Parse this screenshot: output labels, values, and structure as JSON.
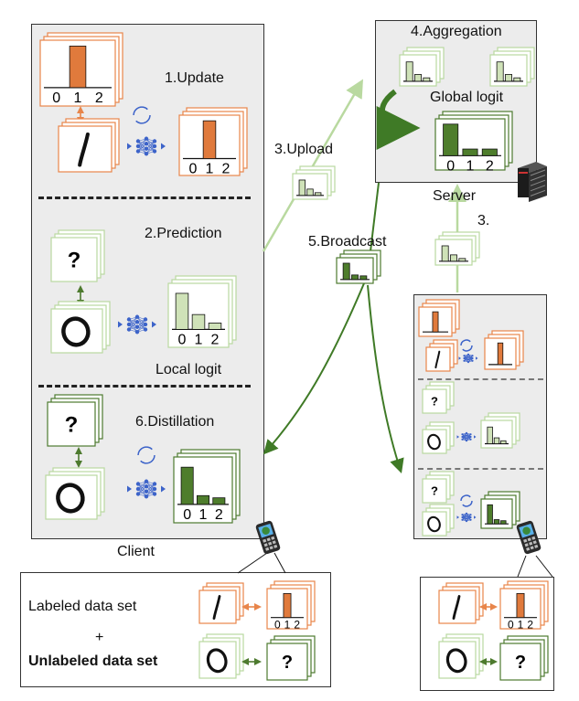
{
  "client": {
    "label": "Client",
    "steps": {
      "update": "1.Update",
      "prediction": "2.Prediction",
      "distillation": "6.Distillation"
    },
    "local_logit_label": "Local logit"
  },
  "server": {
    "label": "Server",
    "aggregation": "4.Aggregation",
    "global_logit_label": "Global logit"
  },
  "arrows": {
    "upload": "3.Upload",
    "upload_short": "3.",
    "broadcast": "5.Broadcast"
  },
  "datasets": {
    "labeled": "Labeled data set",
    "plus": "+",
    "unlabeled": "Unlabeled data set"
  },
  "axis_ticks": [
    "0",
    "1",
    "2"
  ],
  "question_mark": "?",
  "colors": {
    "orange": "#e8854a",
    "orange_fill": "#e07a3c",
    "light_green": "#b9d9a0",
    "light_green_fill": "#cfe2b8",
    "dark_green": "#4d7a2e",
    "dark_green_fill": "#4e7d2c",
    "blue": "#3c63c9",
    "panel_bg": "#ececec"
  },
  "icons": [
    "neural-network-icon",
    "cycle-arrows-icon",
    "server-rack-icon",
    "mobile-phone-icon",
    "digit-one-icon",
    "digit-zero-icon"
  ]
}
